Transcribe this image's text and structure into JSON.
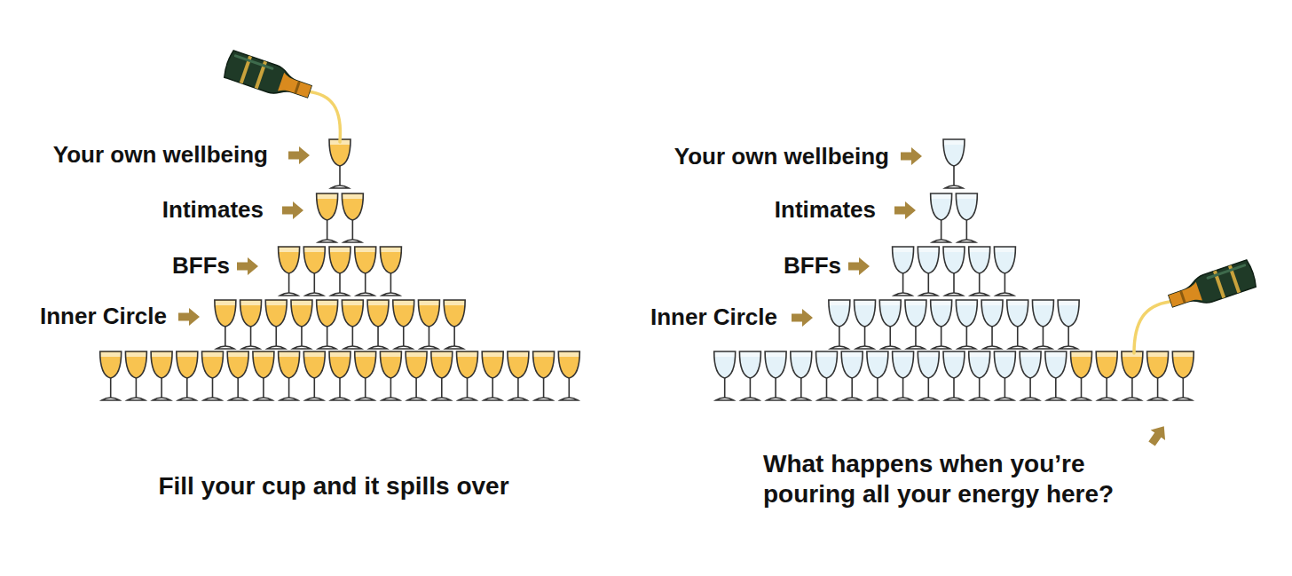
{
  "diagram": {
    "labels": [
      "Your own wellbeing",
      "Intimates",
      "BFFs",
      "Inner Circle",
      "Fill your cup and it spills over",
      "Your own wellbeing",
      "Intimates",
      "BFFs",
      "Inner Circle",
      "What happens when you’re pouring all your energy here?"
    ]
  }
}
